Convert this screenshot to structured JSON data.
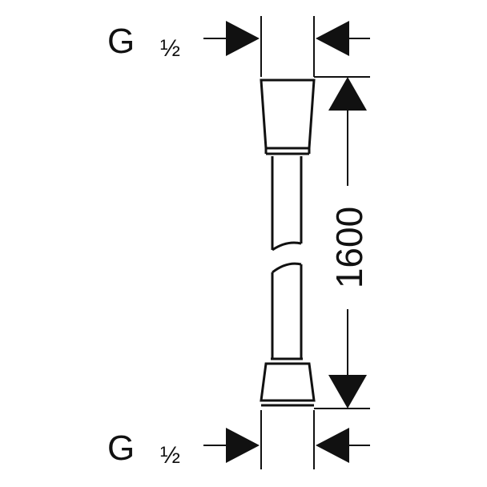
{
  "labels": {
    "top_thread": {
      "letter": "G",
      "size": "½"
    },
    "bottom_thread": {
      "letter": "G",
      "size": "½"
    },
    "length": "1600"
  },
  "colors": {
    "ink": "#111111",
    "background": "#ffffff"
  }
}
